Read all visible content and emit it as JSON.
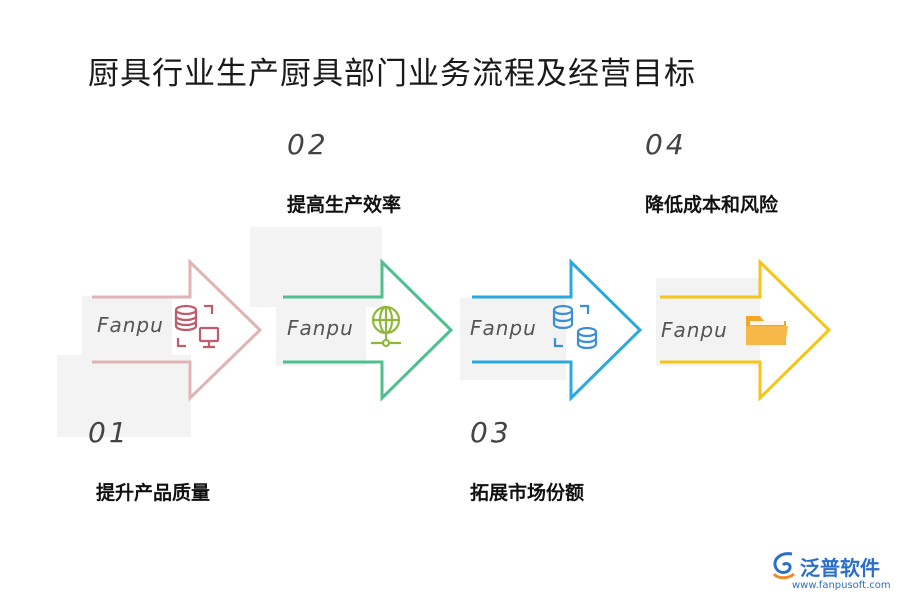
{
  "title": "厨具行业生产厨具部门业务流程及经营目标",
  "steps": [
    {
      "num": "01",
      "label": "提升产品质量",
      "color": "#e0b4b4",
      "icon": "database-monitor-icon",
      "icon_color": "#c25b6a"
    },
    {
      "num": "02",
      "label": "提高生产效率",
      "color": "#4ec08e",
      "icon": "globe-network-icon",
      "icon_color": "#8fb83a"
    },
    {
      "num": "03",
      "label": "拓展市场份额",
      "color": "#2aa8e0",
      "icon": "database-sync-icon",
      "icon_color": "#3b8fd6"
    },
    {
      "num": "04",
      "label": "降低成本和风险",
      "color": "#f5c518",
      "icon": "folder-icon",
      "icon_color": "#f5a623"
    }
  ],
  "watermark": "Fanpu",
  "logo": {
    "name": "泛普软件",
    "url": "www.fanpusoft.com"
  }
}
